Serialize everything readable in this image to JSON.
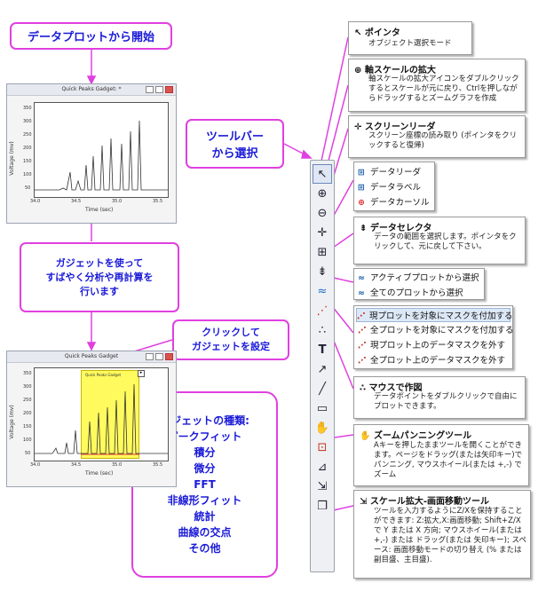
{
  "callouts": {
    "start": "データプロットから開始",
    "toolbar": [
      "ツールバー",
      "から選択"
    ],
    "gadget_use": [
      "ガジェットを使って",
      "すばやく分析や再計算を",
      "行います"
    ],
    "click_set": [
      "クリックして",
      "ガジェットを設定"
    ],
    "types_title": "ガジェットの種類:",
    "types": [
      "ピークフィット",
      "積分",
      "微分",
      "FFT",
      "非線形フィット",
      "統計",
      "曲線の交点",
      "その他"
    ]
  },
  "window1": {
    "title": "Quick Peaks Gadget: *",
    "ylabel": "Voltage (mv)",
    "xlabel": "Time (sec)",
    "yticks": [
      "350",
      "300",
      "250",
      "200",
      "150",
      "100",
      "50"
    ],
    "xticks": [
      "34.0",
      "34.5",
      "35.0",
      "35.5"
    ]
  },
  "window2": {
    "title": "Quick Peaks Gadget",
    "ylabel": "Voltage (mv)",
    "xlabel": "Time (sec)",
    "roi_label": "Quick Peaks Gadget",
    "yticks": [
      "350",
      "300",
      "250",
      "200",
      "150",
      "100",
      "50"
    ],
    "xticks": [
      "34.0",
      "34.5",
      "35.0",
      "35.5"
    ]
  },
  "toolbar_icons": [
    "pointer-icon",
    "zoom-in-icon",
    "zoom-out-icon",
    "screen-reader-icon",
    "data-reader-icon",
    "data-selector-icon",
    "region-select-icon",
    "mask-icon",
    "draw-data-icon",
    "text-icon",
    "arrow-icon",
    "line-icon",
    "rectangle-icon",
    "pan-hand-icon",
    "gadget-icon",
    "graph-icon",
    "scale-zoom-pan-icon",
    "layer-icon"
  ],
  "panels": {
    "pointer": {
      "title": "ポインタ",
      "desc": "オブジェクト選択モード"
    },
    "zoom": {
      "title": "軸スケールの拡大",
      "desc": "軸スケールの拡大アイコンをダブルクリックするとスケールが元に戻り、Ctrlを押しながらドラッグするとズームグラフを作成"
    },
    "screen": {
      "title": "スクリーンリーダ",
      "desc": "スクリーン座標の読み取り (ポインタをクリックすると復帰)"
    },
    "reader_items": [
      "データリーダ",
      "データラベル",
      "データカーソル"
    ],
    "selector": {
      "title": "データセレクタ",
      "desc": "データの範囲を選択します。ポインタをクリックして、元に戻して下さい。"
    },
    "region_items": [
      "アクティブプロットから選択",
      "全てのプロットから選択"
    ],
    "mask_items": [
      "現プロットを対象にマスクを付加する",
      "全プロットを対象にマスクを付加する",
      "現プロット上のデータマスクを外す",
      "全プロット上のデータマスクを外す"
    ],
    "draw": {
      "title": "マウスで作図",
      "desc": "データポイントをダブルクリックで自由にプロットできます。"
    },
    "pan": {
      "title": "ズームパンニングツール",
      "desc": "Aキーを押したままツールを開くことができます。ページをドラッグ(または矢印キー)でパンニング, マウスホイール(または +,-) でズーム"
    },
    "scale": {
      "title": "スケール拡大-画面移動ツール",
      "desc": "ツールを入力するようにZ/Xを保持することができます: Z:拡大,X:画面移動; Shift+Z/X で Y または X 方向; マウスホイール(または +,-) または ドラッグ(または 矢印キー); スペース: 画面移動モードの切り替え (% または 副目盛、主目盛)."
    }
  },
  "colors": {
    "magenta": "#e040e0",
    "callout_text": "#1a1ad8",
    "roi": "#fffb5e"
  }
}
